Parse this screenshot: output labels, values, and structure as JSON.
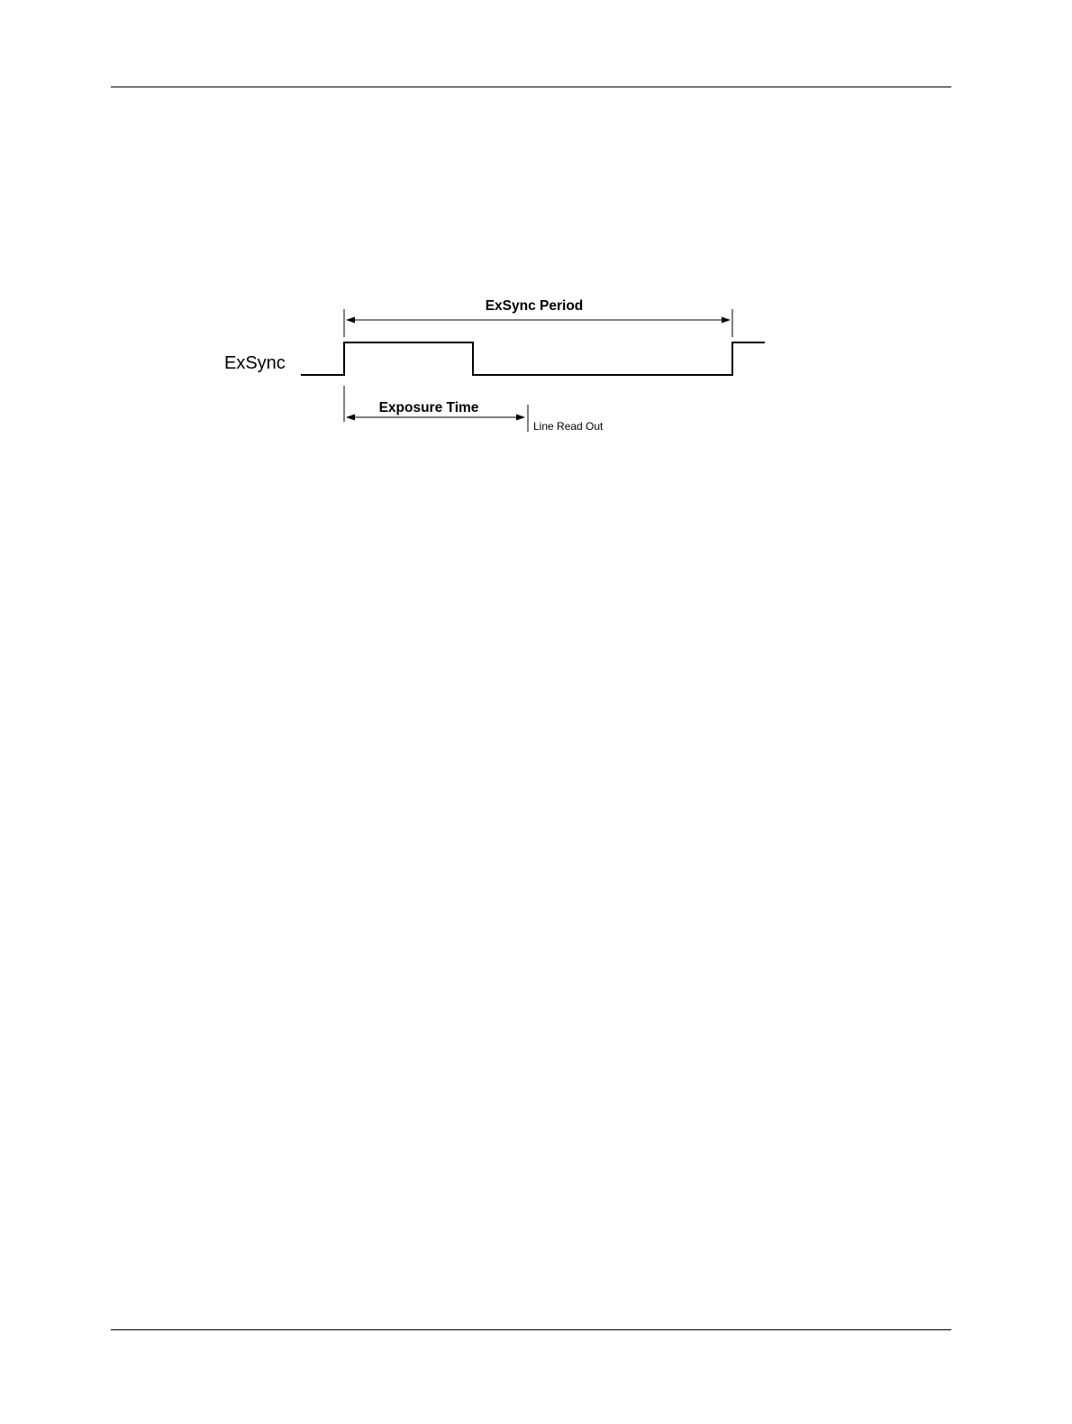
{
  "diagram": {
    "signal_label": "ExSync",
    "period_label": "ExSync Period",
    "exposure_label": "Exposure Time",
    "readout_label": "Line Read Out"
  }
}
